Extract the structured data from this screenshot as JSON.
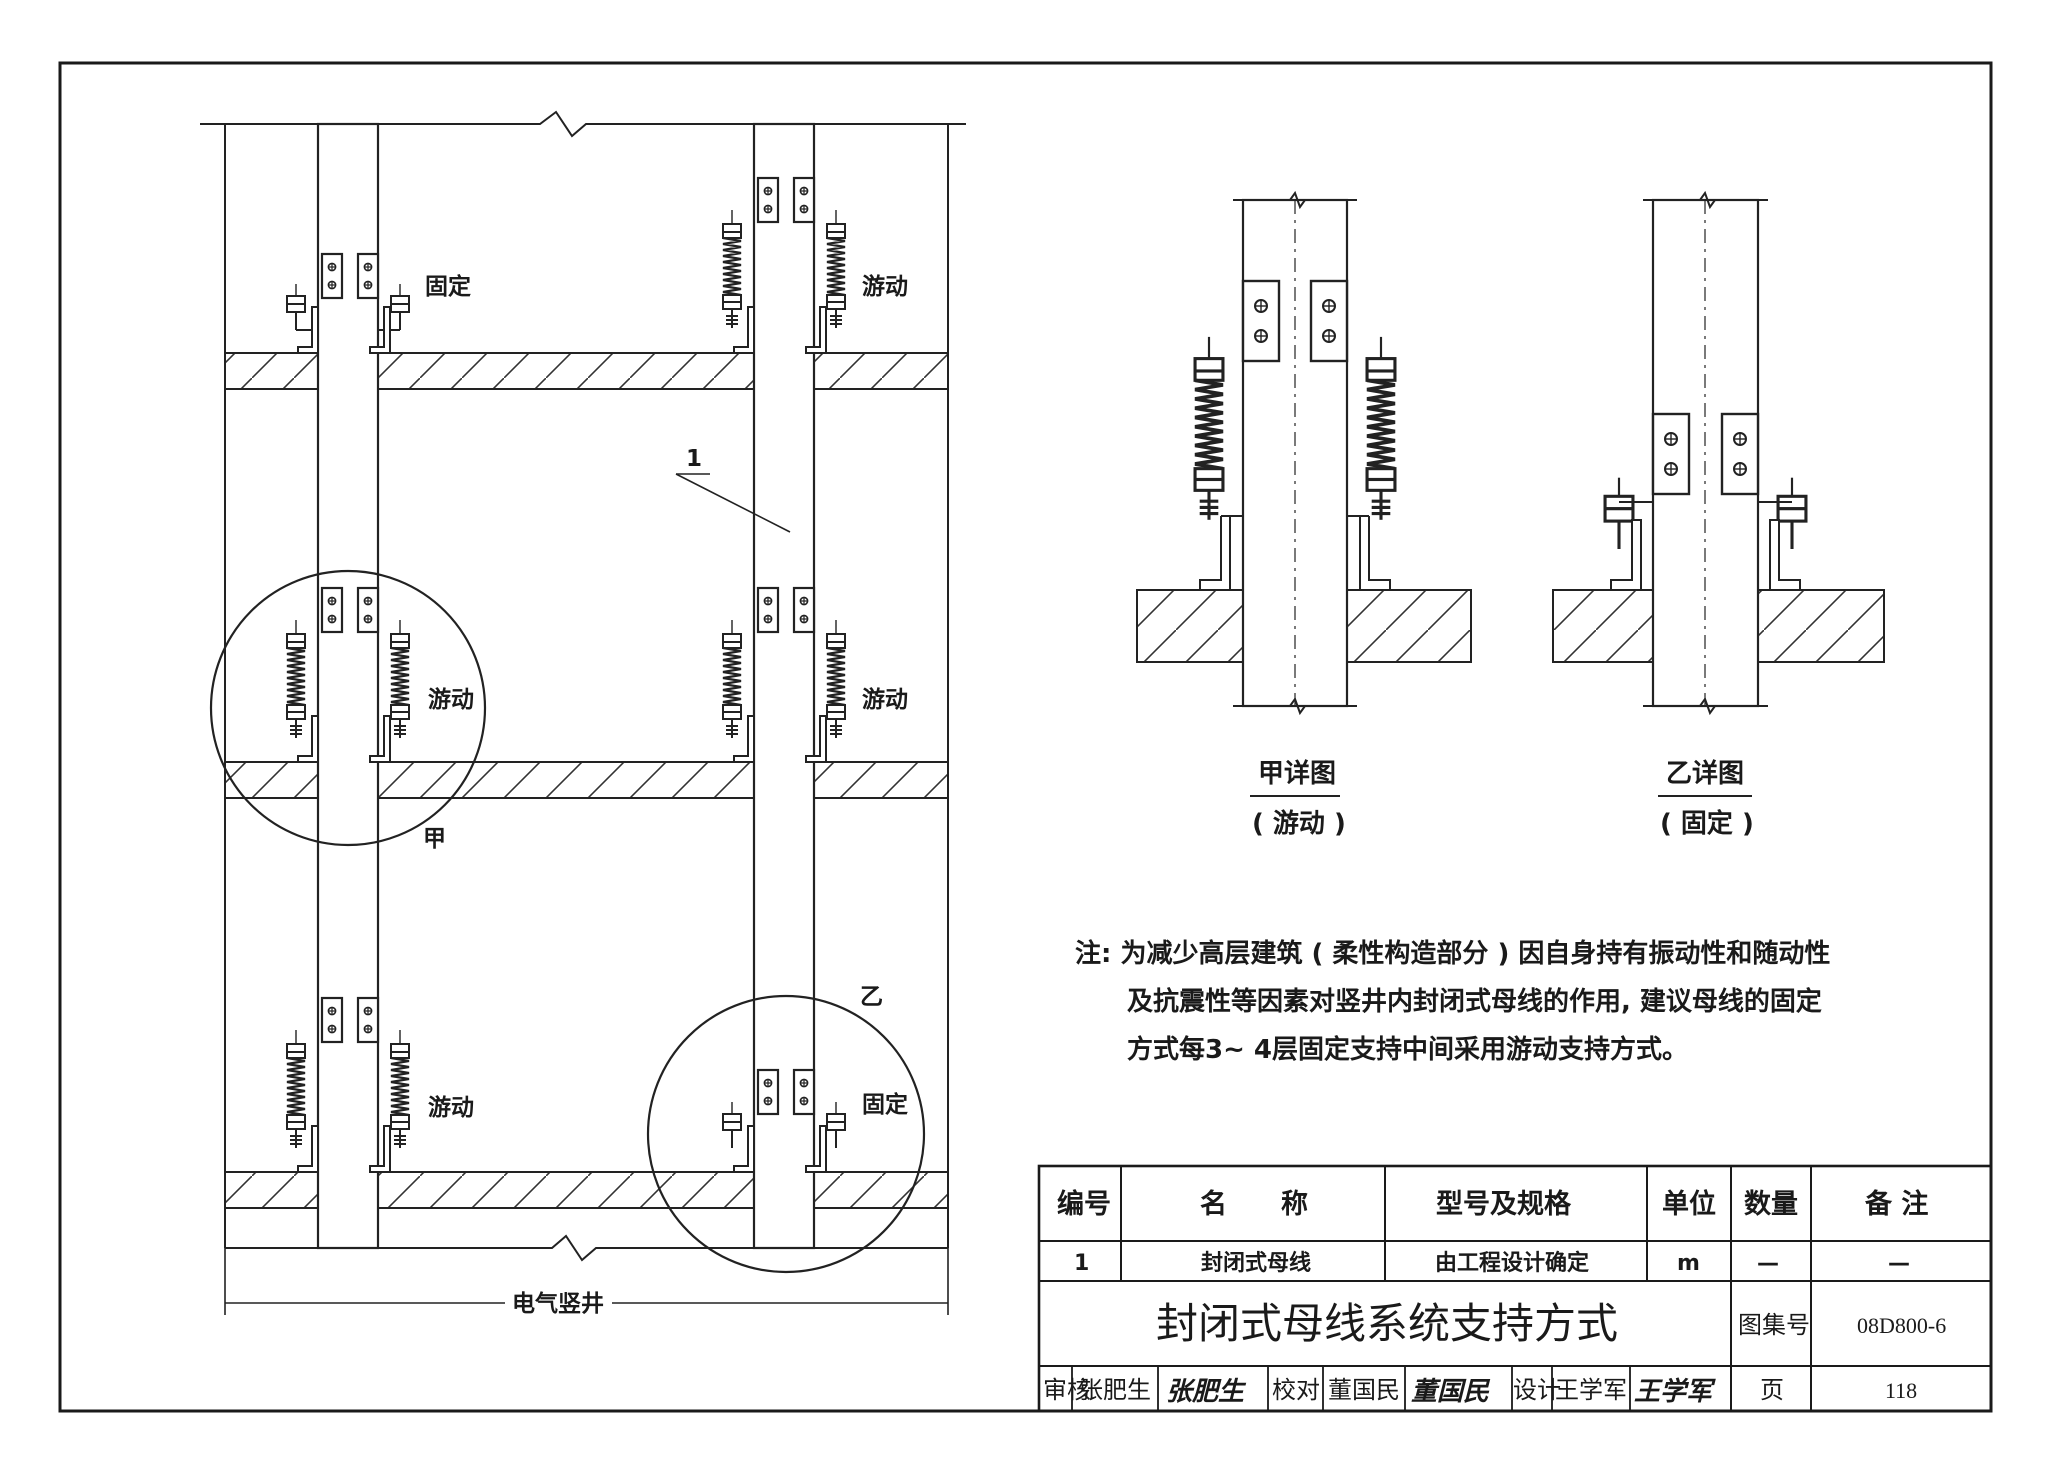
{
  "main_view": {
    "labels": {
      "fixed_top": "固定",
      "floating_top_right": "游动",
      "floating_mid_left": "游动",
      "floating_mid_right": "游动",
      "floating_bottom_left": "游动",
      "fixed_bottom_right": "固定",
      "detail_marker_a": "甲",
      "detail_marker_b": "乙",
      "item_callout": "1",
      "shaft_dimension": "电气竖井"
    }
  },
  "details": {
    "a": {
      "title": "甲详图",
      "subtitle": "( 游动 )"
    },
    "b": {
      "title": "乙详图",
      "subtitle": "( 固定 )"
    }
  },
  "note": {
    "lines": [
      "注: 为减少高层建筑 ( 柔性构造部分 ) 因自身持有振动性和随动性",
      "及抗震性等因素对竖井内封闭式母线的作用, 建议母线的固定",
      "方式每3~ 4层固定支持中间采用游动支持方式。"
    ]
  },
  "bom_table": {
    "headers": [
      "编号",
      "名　　称",
      "型号及规格",
      "单位",
      "数量",
      "备 注"
    ],
    "rows": [
      [
        "1",
        "封闭式母线",
        "由工程设计确定",
        "m",
        "—",
        "—"
      ]
    ]
  },
  "title_block": {
    "drawing_title": "封闭式母线系统支持方式",
    "atlas_label": "图集号",
    "atlas_number": "08D800-6",
    "page_label": "页",
    "page_number": "118",
    "review_label": "审核",
    "reviewer": "张肥生",
    "reviewer_sig": "张肥生",
    "check_label": "校对",
    "checker": "董国民",
    "checker_sig": "董国民",
    "design_label": "设计",
    "designer": "王学军",
    "designer_sig": "王学军"
  }
}
